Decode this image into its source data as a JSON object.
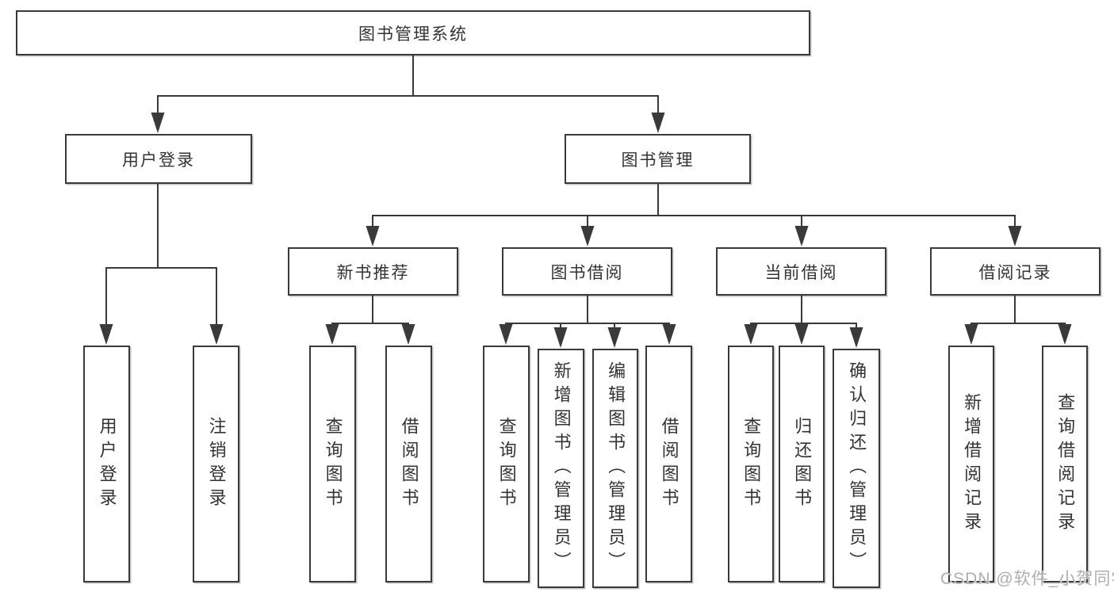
{
  "diagram": {
    "type": "hierarchy-diagram",
    "root": {
      "label": "图书管理系统",
      "children": [
        {
          "label": "用户登录",
          "children": [
            {
              "label": "用户登录"
            },
            {
              "label": "注销登录"
            }
          ]
        },
        {
          "label": "图书管理",
          "children": [
            {
              "label": "新书推荐",
              "children": [
                {
                  "label": "查询图书"
                },
                {
                  "label": "借阅图书"
                }
              ]
            },
            {
              "label": "图书借阅",
              "children": [
                {
                  "label": "查询图书"
                },
                {
                  "label": "新增图书（管理员）"
                },
                {
                  "label": "编辑图书（管理员）"
                },
                {
                  "label": "借阅图书"
                }
              ]
            },
            {
              "label": "当前借阅",
              "children": [
                {
                  "label": "查询图书"
                },
                {
                  "label": "归还图书"
                },
                {
                  "label": "确认归还（管理员）"
                }
              ]
            },
            {
              "label": "借阅记录",
              "children": [
                {
                  "label": "新增借阅记录"
                },
                {
                  "label": "查询借阅记录"
                }
              ]
            }
          ]
        }
      ]
    },
    "watermark": "CSDN @软件_小贺同学",
    "colors": {
      "line": "#3a3a3a",
      "box_border": "#3a3a3a",
      "box_fill": "#ffffff",
      "text": "#333333",
      "watermark": "#aeaeae",
      "background": "#ffffff"
    }
  }
}
